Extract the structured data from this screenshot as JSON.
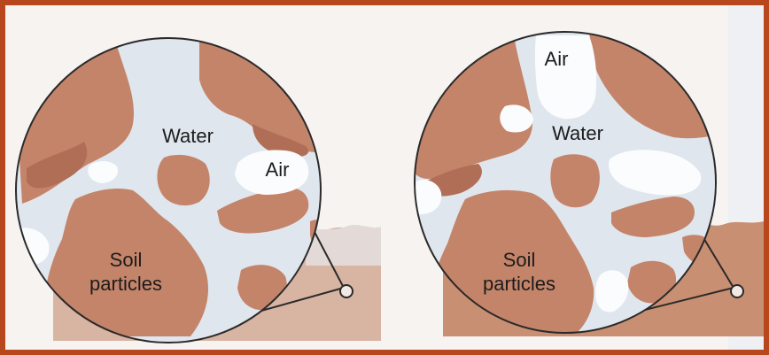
{
  "panels": [
    {
      "id": "left",
      "labels": {
        "water": "Water",
        "air": "Air",
        "soil_line1": "Soil",
        "soil_line2": "particles"
      }
    },
    {
      "id": "right",
      "labels": {
        "air": "Air",
        "water": "Water",
        "soil_line1": "Soil",
        "soil_line2": "particles"
      }
    }
  ],
  "colors": {
    "frame": "#b9471d",
    "background": "#f2e9e4",
    "water": "#dfe6ee",
    "air": "#fbfcfd",
    "soil_particle": "#c4846a",
    "soil_particle_dark": "#b06e56",
    "ground_left": "#d8b4a2",
    "ground_right": "#cf9f84",
    "outline": "#2a2a2a"
  }
}
